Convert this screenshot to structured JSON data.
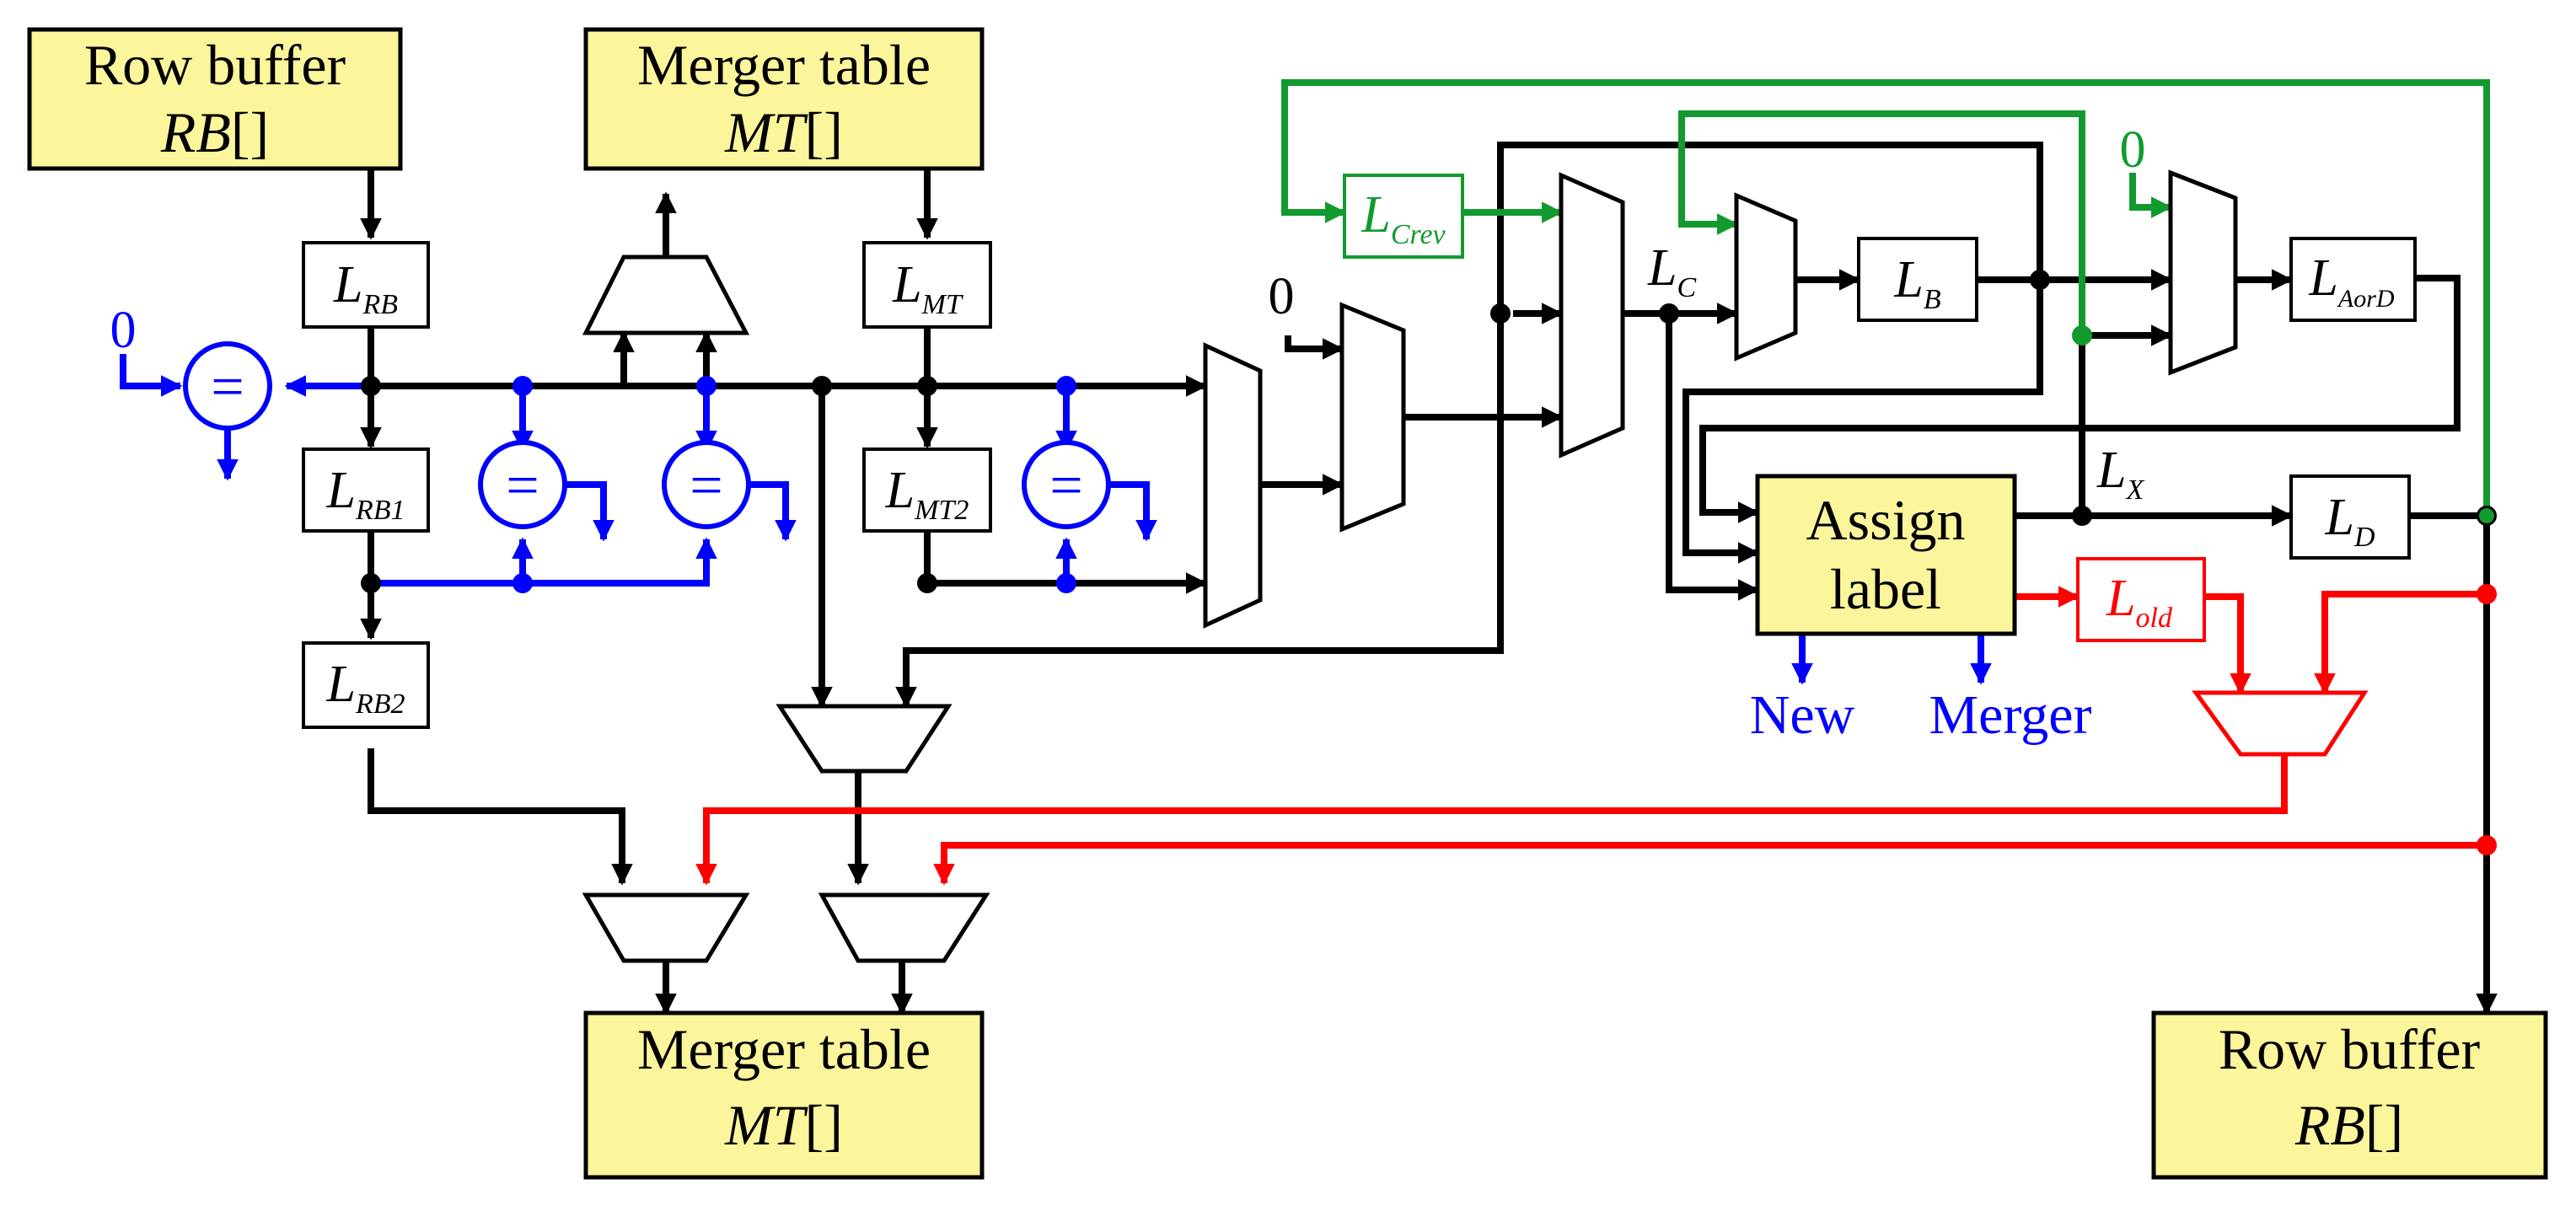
{
  "colors": {
    "block_fill": "#fbf59b",
    "black": "#000000",
    "blue": "#0000ff",
    "green": "#129a2f",
    "red": "#ff0000"
  },
  "blocks": {
    "row_buffer_in": {
      "line1": "Row buffer",
      "line2_main": "RB",
      "line2_suffix": "[]"
    },
    "merger_table_in": {
      "line1": "Merger table",
      "line2_main": "MT",
      "line2_suffix": "[]"
    },
    "merger_table_out": {
      "line1": "Merger table",
      "line2_main": "MT",
      "line2_suffix": "[]"
    },
    "row_buffer_out": {
      "line1": "Row buffer",
      "line2_main": "RB",
      "line2_suffix": "[]"
    },
    "assign_label": {
      "line1": "Assign",
      "line2": "label"
    }
  },
  "registers": {
    "l_rb": {
      "main": "L",
      "sub": "RB"
    },
    "l_rb1": {
      "main": "L",
      "sub": "RB1"
    },
    "l_rb2": {
      "main": "L",
      "sub": "RB2"
    },
    "l_mt": {
      "main": "L",
      "sub": "MT"
    },
    "l_mt2": {
      "main": "L",
      "sub": "MT2"
    },
    "l_crev": {
      "main": "L",
      "sub": "Crev"
    },
    "l_b": {
      "main": "L",
      "sub": "B"
    },
    "l_aord": {
      "main": "L",
      "sub": "AorD"
    },
    "l_d": {
      "main": "L",
      "sub": "D"
    },
    "l_old": {
      "main": "L",
      "sub": "old"
    }
  },
  "signals": {
    "l_c": {
      "main": "L",
      "sub": "C"
    },
    "l_x": {
      "main": "L",
      "sub": "X"
    },
    "zero_blue": "0",
    "zero_black": "0",
    "zero_green": "0",
    "new": "New",
    "merger": "Merger"
  },
  "comparator_symbol": "="
}
